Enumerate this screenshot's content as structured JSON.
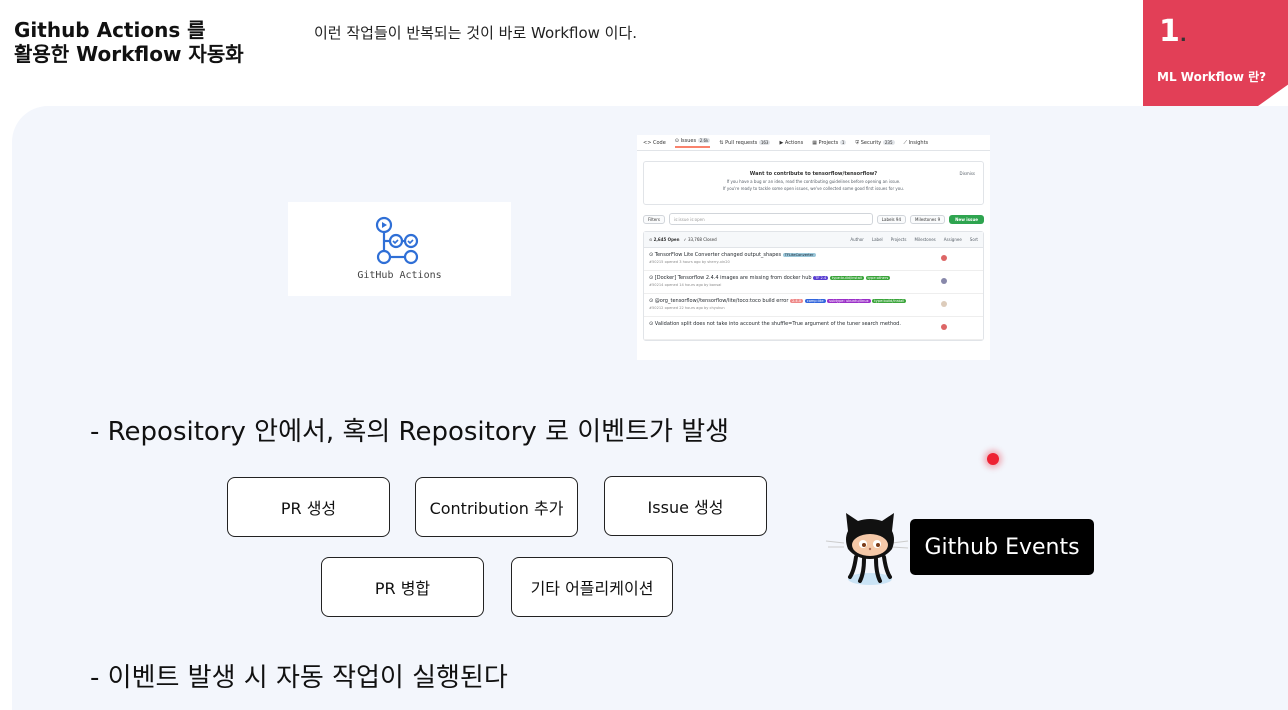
{
  "slide": {
    "title_lines": [
      "Github Actions 를",
      "활용한 Workflow 자동화"
    ],
    "subtitle": "이런 작업들이 반복되는 것이 바로 Workflow 이다.",
    "section_number": "1",
    "section_dot": ".",
    "section_label": "ML Workflow 란?"
  },
  "colors": {
    "accent": "#e23f57",
    "panel": "#f3f6fc",
    "events_bg": "#000000",
    "github_green": "#2ea44f"
  },
  "gha_card": {
    "text": "GitHub Actions",
    "icon": "github-actions-logo"
  },
  "github_issues": {
    "tabs": [
      {
        "label": "Code",
        "count": ""
      },
      {
        "label": "Issues",
        "count": "2.6k"
      },
      {
        "label": "Pull requests",
        "count": "163"
      },
      {
        "label": "Actions",
        "count": ""
      },
      {
        "label": "Projects",
        "count": "1"
      },
      {
        "label": "Security",
        "count": "235"
      },
      {
        "label": "Insights",
        "count": ""
      }
    ],
    "banner_title": "Want to contribute to tensorflow/tensorflow?",
    "banner_line1": "If you have a bug or an idea, read the contributing guidelines before opening an issue.",
    "banner_line2": "If you're ready to tackle some open issues, we've collected some good first issues for you.",
    "dismiss": "Dismiss",
    "filters": "Filters",
    "search_placeholder": "is:issue is:open",
    "labels_btn": "Labels 94",
    "milestones_btn": "Milestones 9",
    "new_issue": "New issue",
    "open_count": "2,645 Open",
    "closed_count": "33,768 Closed",
    "head_filters": [
      "Author",
      "Label",
      "Projects",
      "Milestones",
      "Assignee",
      "Sort"
    ],
    "issues": [
      {
        "title": "TensorFlow Lite Converter changed output_shapes",
        "labels": [
          {
            "text": "TFLiteConverter",
            "color": "#9bc7d9"
          }
        ],
        "meta": "#50215 opened 3 hours ago by sherry-xin20"
      },
      {
        "title": "[Docker] Tensorflow 2.4.4 images are missing from docker hub",
        "labels": [
          {
            "text": "TF 2.4",
            "color": "#5a3fd1"
          },
          {
            "text": "type:build/install",
            "color": "#3ba53b"
          },
          {
            "text": "type:others",
            "color": "#3ba53b"
          }
        ],
        "meta": "#50214 opened 14 hours ago by bonsai"
      },
      {
        "title": "@org_tensorflow//tensorflow/lite/toco:toco build error",
        "labels": [
          {
            "text": "2.4.0",
            "color": "#e88"
          },
          {
            "text": "comp:lite",
            "color": "#3366dd"
          },
          {
            "text": "subtype: ubuntu/linux",
            "color": "#9b30c8"
          },
          {
            "text": "type:build/install",
            "color": "#3ba53b"
          }
        ],
        "meta": "#50212 opened 22 hours ago by chyukun"
      },
      {
        "title": "Validation split does not take into account the shuffle=True argument of the tuner search method.",
        "labels": [],
        "meta": ""
      }
    ]
  },
  "bullets": {
    "first": "- Repository 안에서, 혹의 Repository 로 이벤트가 발생",
    "second": "- 이벤트 발생 시 자동 작업이 실행된다"
  },
  "events": {
    "items": [
      "PR 생성",
      "Contribution 추가",
      "Issue 생성",
      "PR 병합",
      "기타 어플리케이션"
    ],
    "badge": "Github Events"
  }
}
